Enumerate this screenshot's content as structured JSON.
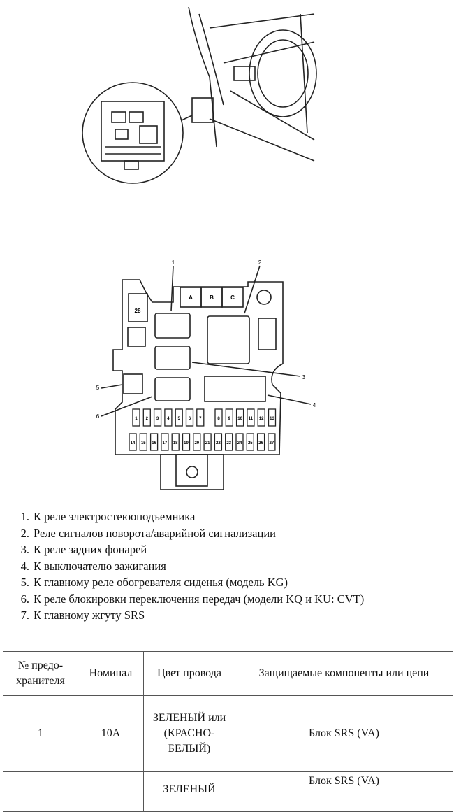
{
  "figure1": {
    "labels": []
  },
  "figure2": {
    "callouts": [
      "1",
      "2",
      "3",
      "4",
      "5",
      "6"
    ],
    "relay_labels": [
      "A",
      "B",
      "C"
    ],
    "top_fuse": "28",
    "fuses_row1": [
      "1",
      "2",
      "3",
      "4",
      "5",
      "6",
      "7",
      "8",
      "9",
      "10",
      "11",
      "12",
      "13"
    ],
    "fuses_row2": [
      "14",
      "15",
      "16",
      "17",
      "18",
      "19",
      "20",
      "21",
      "22",
      "23",
      "24",
      "25",
      "26",
      "27"
    ]
  },
  "legend": [
    {
      "num": "1.",
      "text": "К реле электростеюоподъемника"
    },
    {
      "num": "2.",
      "text": "Реле сигналов поворота/аварийной сигнализации"
    },
    {
      "num": "3.",
      "text": "К реле задних фонарей"
    },
    {
      "num": "4.",
      "text": "К выключателю зажигания"
    },
    {
      "num": "5.",
      "text": "К главному реле обогревателя сиденья (модель KG)"
    },
    {
      "num": "6.",
      "text": "К реле блокировки переключения передач (модели KQ и KU: CVT)"
    },
    {
      "num": "7.",
      "text": "К главному жгуту SRS"
    }
  ],
  "table": {
    "headers": [
      "№ предо-хранителя",
      "Номинал",
      "Цвет провода",
      "Защищаемые компоненты или цепи"
    ],
    "rows": [
      {
        "fuse": "1",
        "rating": "10A",
        "color": "ЗЕЛЕНЫЙ или (КРАСНО-БЕЛЫЙ)",
        "components": "Блок SRS (VA)"
      },
      {
        "fuse": "",
        "rating": "",
        "color": "ЗЕЛЕНЫЙ",
        "components": "Блок SRS (VA)"
      }
    ]
  }
}
